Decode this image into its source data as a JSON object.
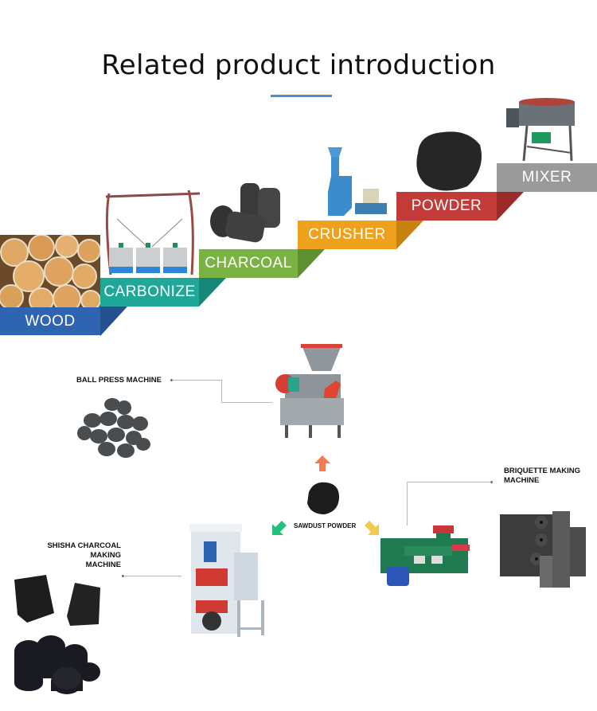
{
  "header": {
    "title": "Related product introduction",
    "accent_color": "#4a8fc9"
  },
  "process_steps": [
    {
      "label": "WOOD",
      "color": "#2f64b3",
      "image": "wood-logs"
    },
    {
      "label": "CARBONIZE",
      "color": "#1fa897",
      "image": "carbonization-furnace"
    },
    {
      "label": "CHARCOAL",
      "color": "#7ab343",
      "image": "charcoal-sticks"
    },
    {
      "label": "CRUSHER",
      "color": "#eea11c",
      "image": "crusher-machine"
    },
    {
      "label": "POWDER",
      "color": "#c23b38",
      "image": "charcoal-powder"
    },
    {
      "label": "MIXER",
      "color": "#9a9a9a",
      "image": "mixer-machine"
    }
  ],
  "machines": {
    "center": {
      "label": "SAWDUST POWDER"
    },
    "ball_press": {
      "label": "BALL PRESS MACHINE",
      "arrow_color": "#f47c50"
    },
    "briquette": {
      "label_line1": "BRIQUETTE MAKING",
      "label_line2": "MACHINE",
      "arrow_color": "#f2c94c"
    },
    "shisha": {
      "label_line1": "SHISHA CHARCOAL MAKING",
      "label_line2": "MACHINE",
      "arrow_color": "#22c07a"
    }
  }
}
